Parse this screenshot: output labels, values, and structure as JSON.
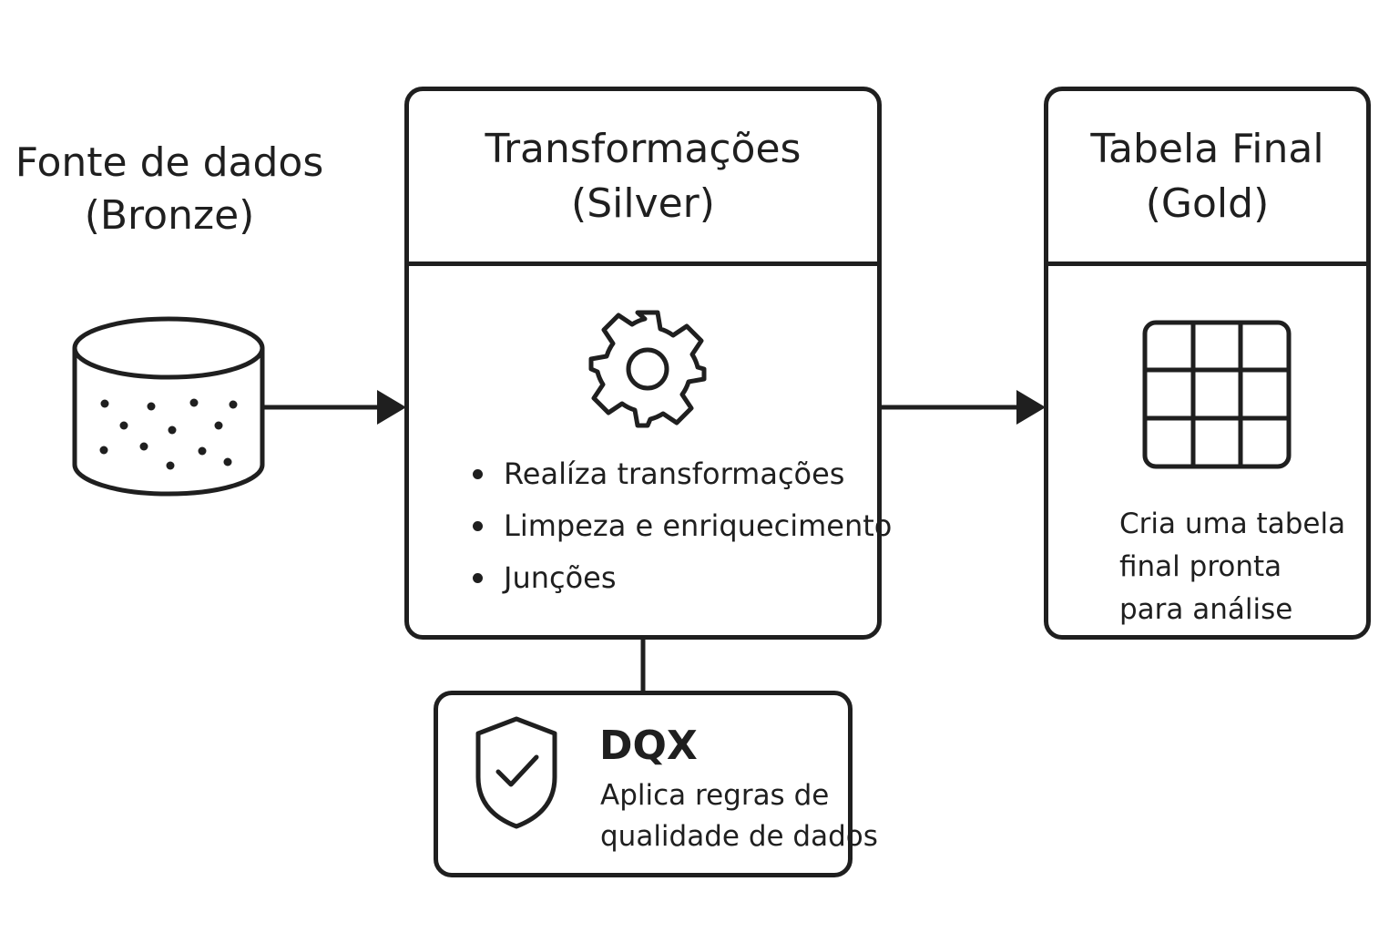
{
  "bronze": {
    "title_line1": "Fonte de dados",
    "title_line2": "(Bronze)",
    "icon": "database-icon"
  },
  "silver": {
    "title_line1": "Transformações",
    "title_line2": "(Silver)",
    "icon": "gear-icon",
    "bullets": [
      "Realíza transformações",
      "Limpeza e enriquecimento",
      "Junções"
    ]
  },
  "gold": {
    "title_line1": "Tabela Final",
    "title_line2": "(Gold)",
    "icon": "table-grid-icon",
    "desc_line1": "Cria uma tabela",
    "desc_line2": "final pronta",
    "desc_line3": "para análise"
  },
  "dqx": {
    "title": "DQX",
    "desc_line1": "Aplica regras de",
    "desc_line2": "qualidade de dados",
    "icon": "shield-check-icon"
  },
  "colors": {
    "stroke": "#1f1f1f",
    "background": "#ffffff"
  }
}
